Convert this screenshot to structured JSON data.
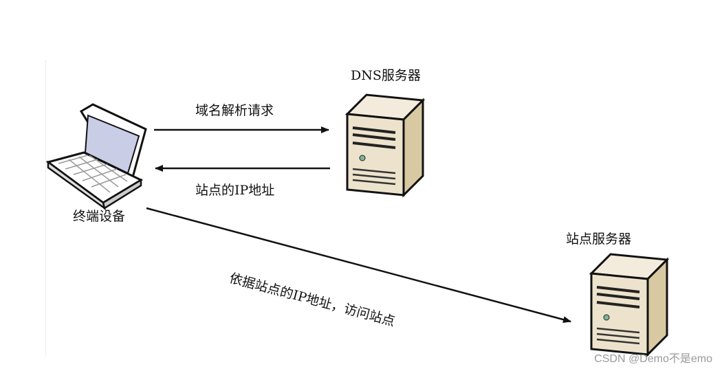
{
  "nodes": {
    "terminal": {
      "label": "终端设备"
    },
    "dns_server": {
      "label": "DNS服务器"
    },
    "site_server": {
      "label": "站点服务器"
    }
  },
  "edges": [
    {
      "from": "terminal",
      "to": "dns_server",
      "label": "域名解析请求"
    },
    {
      "from": "dns_server",
      "to": "terminal",
      "label": "站点的IP地址"
    },
    {
      "from": "terminal",
      "to": "site_server",
      "label": "依据站点的IP地址，访问站点"
    }
  ],
  "colors": {
    "server_front": "#ede3cc",
    "server_side": "#d8c9a3",
    "server_top": "#f3ecdc",
    "screen": "#c9cde6",
    "led": "#7fb49a"
  },
  "watermark": "CSDN @Demo不是emo"
}
